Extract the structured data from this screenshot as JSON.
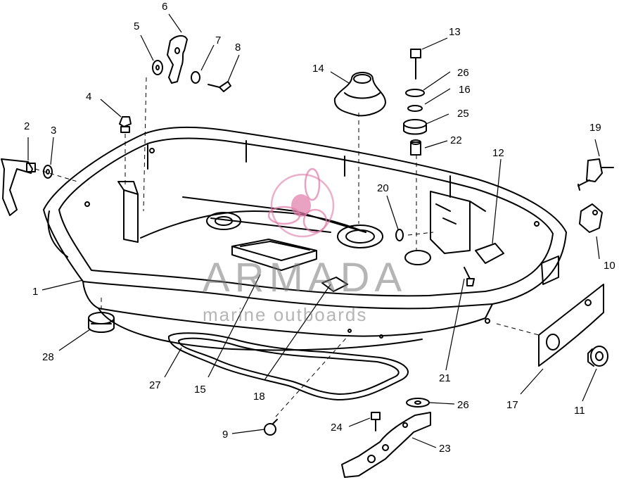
{
  "diagram": {
    "callouts": [
      "1",
      "2",
      "3",
      "4",
      "5",
      "6",
      "7",
      "8",
      "9",
      "10",
      "11",
      "12",
      "13",
      "14",
      "15",
      "16",
      "17",
      "18",
      "19",
      "20",
      "21",
      "22",
      "23",
      "24",
      "25",
      "26",
      "26",
      "27",
      "28"
    ]
  },
  "watermark": {
    "brand": "ARMADA",
    "tagline": "marine outboards",
    "logo_color": "#e07aa8"
  }
}
